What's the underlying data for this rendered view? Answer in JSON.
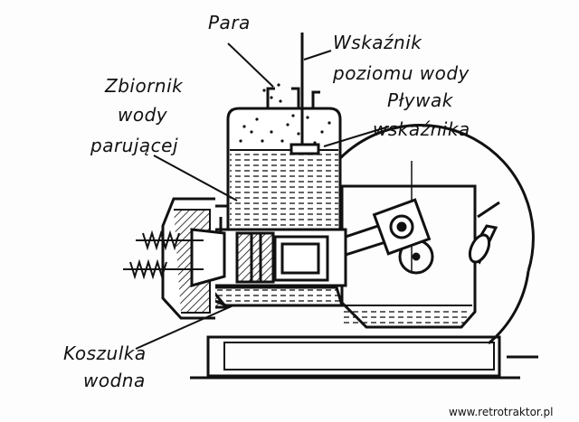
{
  "labels": {
    "para": "Para",
    "wskaznik_1": "Wskaźnik",
    "wskaznik_2": "poziomu wody",
    "plywak_1": "Pływak",
    "plywak_2": "wskaźnika",
    "zbiornik_1": "Zbiornik",
    "zbiornik_2": "wody",
    "zbiornik_3": "parującej",
    "koszulka_1": "Koszulka",
    "koszulka_2": "wodna"
  },
  "watermark": "www.retrotraktor.pl",
  "colors": {
    "ink": "#111111",
    "paper": "#fdfdfd"
  }
}
